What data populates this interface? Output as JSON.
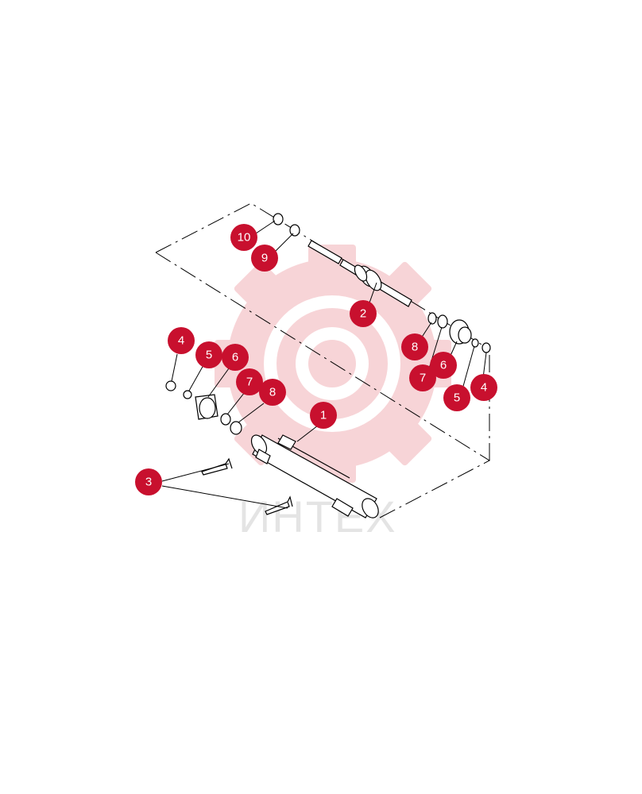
{
  "watermark": {
    "text": "ИНТЕХ",
    "color": "#f8d2d4"
  },
  "marker_color": "#c8102e",
  "labels": [
    {
      "id": "10",
      "text": "10"
    },
    {
      "id": "9",
      "text": "9"
    },
    {
      "id": "2",
      "text": "2"
    },
    {
      "id": "8r",
      "text": "8"
    },
    {
      "id": "7r",
      "text": "7"
    },
    {
      "id": "6r",
      "text": "6"
    },
    {
      "id": "5r",
      "text": "5"
    },
    {
      "id": "4r",
      "text": "4"
    },
    {
      "id": "4l",
      "text": "4"
    },
    {
      "id": "5l",
      "text": "5"
    },
    {
      "id": "6l",
      "text": "6"
    },
    {
      "id": "7l",
      "text": "7"
    },
    {
      "id": "8l",
      "text": "8"
    },
    {
      "id": "1",
      "text": "1"
    },
    {
      "id": "3",
      "text": "3"
    }
  ]
}
